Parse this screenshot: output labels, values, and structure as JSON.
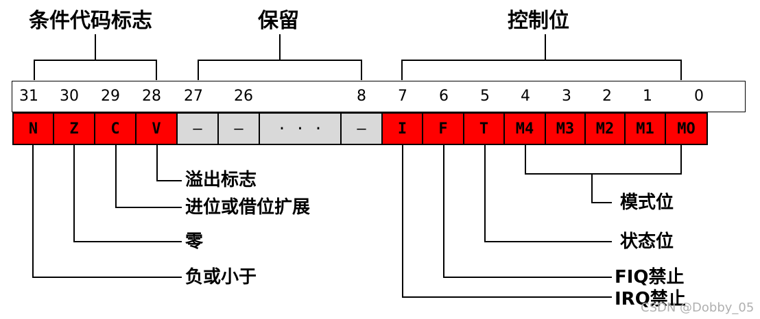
{
  "groups": {
    "condition_flags": "条件代码标志",
    "reserved": "保留",
    "control_bits": "控制位"
  },
  "bit_numbers": [
    "31",
    "30",
    "29",
    "28",
    "27",
    "26",
    "8",
    "7",
    "6",
    "5",
    "4",
    "3",
    "2",
    "1",
    "0"
  ],
  "cells": {
    "n": "N",
    "z": "Z",
    "c": "C",
    "v": "V",
    "r1": "—",
    "r2": "—",
    "r3": "· · ·",
    "r4": "—",
    "i": "I",
    "f": "F",
    "t": "T",
    "m4": "M4",
    "m3": "M3",
    "m2": "M2",
    "m1": "M1",
    "m0": "MO"
  },
  "labels": {
    "overflow": "溢出标志",
    "carry": "进位或借位扩展",
    "zero": "零",
    "negative": "负或小于",
    "mode": "模式位",
    "state": "状态位",
    "fiq": "FIQ禁止",
    "irq": "IRQ禁止"
  },
  "watermark": "CSDN @Dobby_05",
  "colors": {
    "flag_fill": "#ff0000",
    "reserved_fill": "#d9d9d9"
  }
}
